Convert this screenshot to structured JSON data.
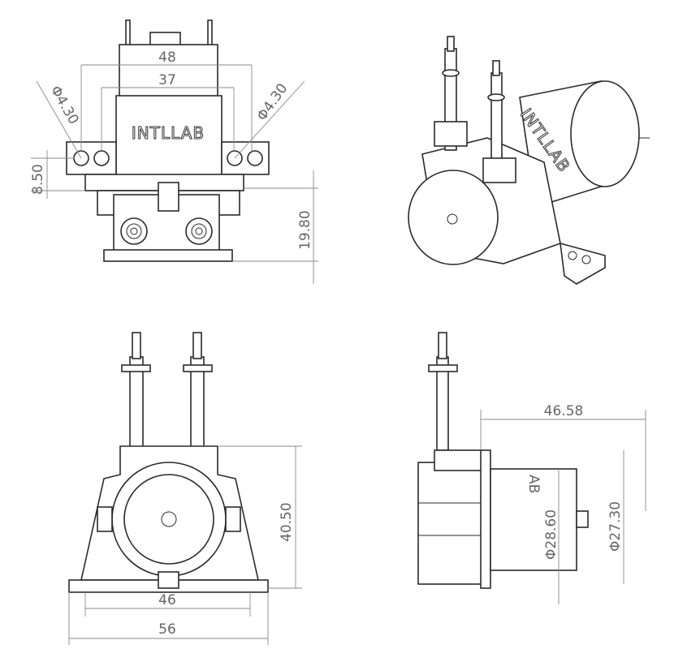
{
  "brand_label": "INTLLAB",
  "views": {
    "top": {
      "dim_width_outer": "48",
      "dim_width_inner": "37",
      "dim_hole_left": "Φ4.30",
      "dim_hole_right": "Φ4.30",
      "dim_hole_height": "8.50",
      "dim_base_height": "19.80"
    },
    "front": {
      "dim_inner_width": "46",
      "dim_total_width": "56",
      "dim_height": "40.50"
    },
    "side": {
      "dim_motor_length": "46.58",
      "dim_motor_diameter": "Φ28.60",
      "dim_cap_diameter": "Φ27.30"
    }
  },
  "colors": {
    "line": "#2a2a2a",
    "dimension": "#8a8a8a",
    "text": "#666666"
  }
}
